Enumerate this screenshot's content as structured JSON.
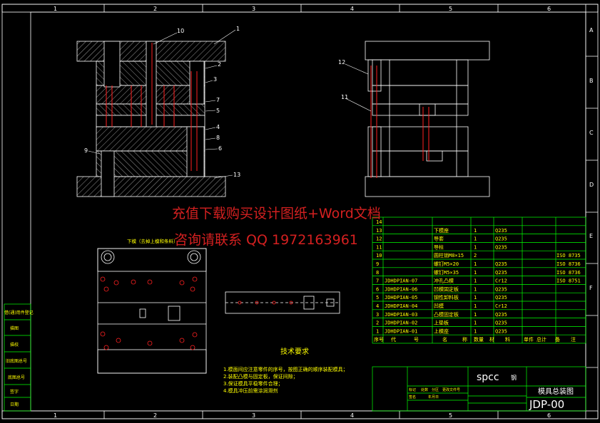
{
  "frame": {
    "top_numbers": [
      "1",
      "2",
      "3",
      "4",
      "5",
      "6"
    ],
    "bottom_numbers": [
      "1",
      "2",
      "3",
      "4",
      "5",
      "6"
    ],
    "side_letters": [
      "A",
      "B",
      "C",
      "D",
      "E",
      "F"
    ]
  },
  "callouts": {
    "section_a": [
      "10",
      "1",
      "2",
      "3",
      "7",
      "5",
      "4",
      "8",
      "6",
      "9",
      "13"
    ],
    "section_b": [
      "12",
      "11"
    ]
  },
  "plan_label": "下模（去掉上模和条料）",
  "tech_req": {
    "title": "技术要求",
    "lines": [
      "1.模面间应注意零件的序号，按图正确的顺序装配模具；",
      "2.装配凸模与固定板，保证间隙；",
      "3.保证模具平稳零件合理；",
      "4.模具冲压前需涂润滑剂"
    ]
  },
  "watermark": {
    "line1": "充值下载购买设计图纸+Word文档",
    "line2": "咨询请联系 QQ 1972163961"
  },
  "bom": {
    "rows": [
      {
        "no": "14",
        "code": "",
        "name": "",
        "qty": "",
        "material": "",
        "std": ""
      },
      {
        "no": "13",
        "code": "",
        "name": "下模座",
        "qty": "1",
        "material": "Q235",
        "std": ""
      },
      {
        "no": "12",
        "code": "",
        "name": "导套",
        "qty": "1",
        "material": "Q235",
        "std": ""
      },
      {
        "no": "11",
        "code": "",
        "name": "导柱",
        "qty": "1",
        "material": "Q235",
        "std": ""
      },
      {
        "no": "10",
        "code": "",
        "name": "圆柱销M8×15",
        "qty": "2",
        "material": "",
        "std": "ISO 8735"
      },
      {
        "no": "9",
        "code": "",
        "name": "螺钉M5×20",
        "qty": "1",
        "material": "Q235",
        "std": "ISO 8736"
      },
      {
        "no": "8",
        "code": "",
        "name": "螺钉M5×35",
        "qty": "1",
        "material": "Q235",
        "std": "ISO 8736"
      },
      {
        "no": "7",
        "code": "JDHDPIAN-07",
        "name": "冲孔凸模",
        "qty": "1",
        "material": "Cr12",
        "std": "ISO 8751"
      },
      {
        "no": "6",
        "code": "JDHDPIAN-06",
        "name": "凹模固定板",
        "qty": "1",
        "material": "Q235",
        "std": ""
      },
      {
        "no": "5",
        "code": "JDHDPIAN-05",
        "name": "钢性卸料板",
        "qty": "1",
        "material": "Q235",
        "std": ""
      },
      {
        "no": "4",
        "code": "JDHDPIAN-04",
        "name": "凹模",
        "qty": "1",
        "material": "Cr12",
        "std": ""
      },
      {
        "no": "3",
        "code": "JDHDPIAN-03",
        "name": "凸模固定板",
        "qty": "1",
        "material": "Q235",
        "std": ""
      },
      {
        "no": "2",
        "code": "JDHDPIAN-02",
        "name": "上垫板",
        "qty": "1",
        "material": "Q235",
        "std": ""
      },
      {
        "no": "1",
        "code": "JDHDPIAN-01",
        "name": "上模座",
        "qty": "1",
        "material": "Q235",
        "std": ""
      }
    ],
    "headers": [
      "序号",
      "代",
      "号",
      "名",
      "称",
      "数量",
      "材",
      "料",
      "单件",
      "总计",
      "备",
      "注"
    ]
  },
  "title_block": {
    "material": "spcc",
    "material_suffix": "钢",
    "drawing_name": "模具总装图",
    "drawing_no": "JDP-00",
    "left_labels": [
      "标记",
      "处数",
      "分区",
      "更改文件号",
      "签名",
      "年月日"
    ]
  },
  "left_margin": {
    "labels": [
      "借(通)用件登记",
      "描图",
      "描校",
      "旧底图总号",
      "底图总号",
      "签字",
      "日期"
    ]
  },
  "colors": {
    "frame": "#ffffff",
    "outline": "#ffffff",
    "hatch": "#ffffff",
    "centerline": "#ff2020",
    "callout": "#ffffff",
    "table_lines": "#00ff00",
    "table_text": "#ffff00",
    "watermark": "#d42020"
  }
}
